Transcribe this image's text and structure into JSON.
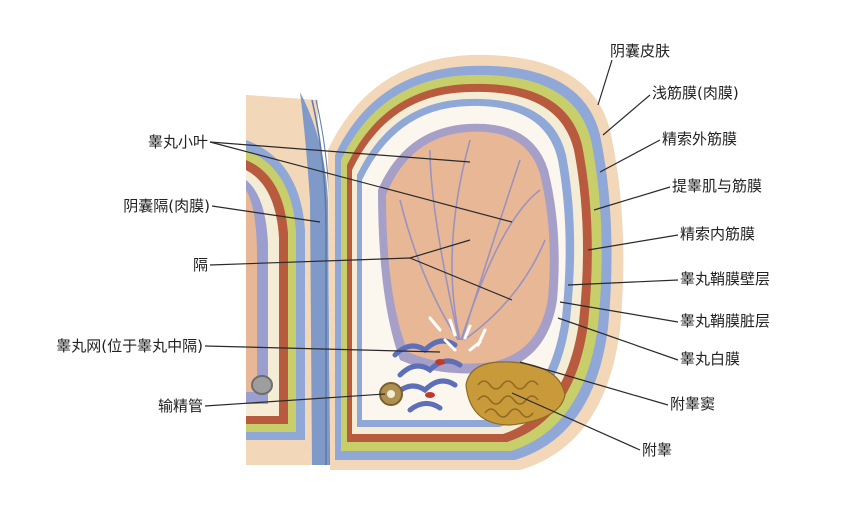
{
  "labels": {
    "scrotal_skin": "阴囊皮肤",
    "dartos": "浅筋膜(肉膜)",
    "external_spermatic_fascia": "精索外筋膜",
    "cremaster": "提睾肌与筋膜",
    "internal_spermatic_fascia": "精索内筋膜",
    "parietal_tunica_vaginalis": "睾丸鞘膜壁层",
    "visceral_tunica_vaginalis": "睾丸鞘膜脏层",
    "tunica_albuginea": "睾丸白膜",
    "epididymal_sinus": "附睾窦",
    "epididymis": "附睾",
    "testicular_lobule": "睾丸小叶",
    "scrotal_septum": "阴囊隔(肉膜)",
    "septa": "隔",
    "rete_testis": "睾丸网(位于睾丸中隔)",
    "ductus_deferens": "输精管"
  },
  "colors": {
    "skin": "#f2d7b8",
    "blue_layer": "#8fa8d8",
    "yellow_layer": "#c8cf6a",
    "red_layer": "#b85a3e",
    "testis": "#e8b896",
    "albuginea": "#a6a0c8",
    "epididymis": "#c89a3a"
  }
}
